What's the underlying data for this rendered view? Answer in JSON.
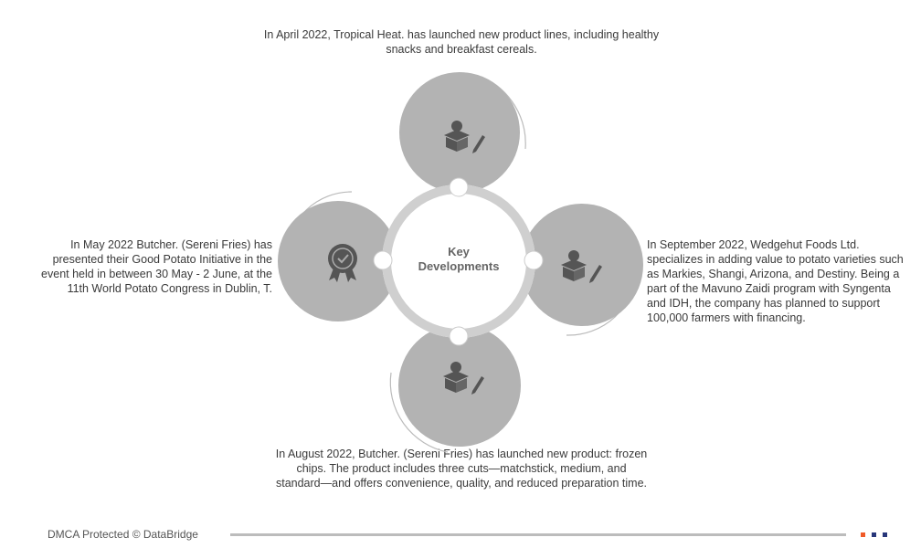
{
  "title": "Key Developments",
  "developments": {
    "top": "In April 2022, Tropical Heat. has launched new product lines, including healthy snacks and breakfast cereals.",
    "left": "In May 2022 Butcher. (Sereni Fries) has presented their Good Potato Initiative in the event held in between 30 May - 2 June, at the 11th World Potato Congress in Dublin, T.",
    "right": "In September 2022, Wedgehut Foods Ltd. specializes in adding value to potato varieties such as Markies, Shangi, Arizona, and Destiny. Being a part of the Mavuno Zaidi program with Syngenta and IDH, the company has planned to support 100,000 farmers with financing.",
    "bottom": "In August 2022, Butcher. (Sereni Fries) has launched new product: frozen chips. The product includes three cuts—matchstick, medium, and standard—and offers convenience, quality, and reduced preparation time."
  },
  "footer": "DMCA Protected © DataBridge",
  "colors": {
    "circle": "#b3b3b3",
    "ring": "#cfcfcf",
    "icon": "#555555",
    "sq1": "#f05a28",
    "sq2": "#27367a",
    "sq3": "#27367a"
  }
}
